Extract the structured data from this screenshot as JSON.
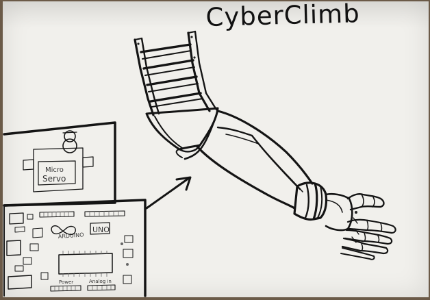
{
  "drawing": {
    "title": "CyberClimb",
    "servo_label_line1": "Micro",
    "servo_label_line2": "Servo",
    "board_brand": "ARDUINO",
    "board_model": "UNO",
    "board_power_label": "Power",
    "board_analog_label": "Analog in"
  }
}
